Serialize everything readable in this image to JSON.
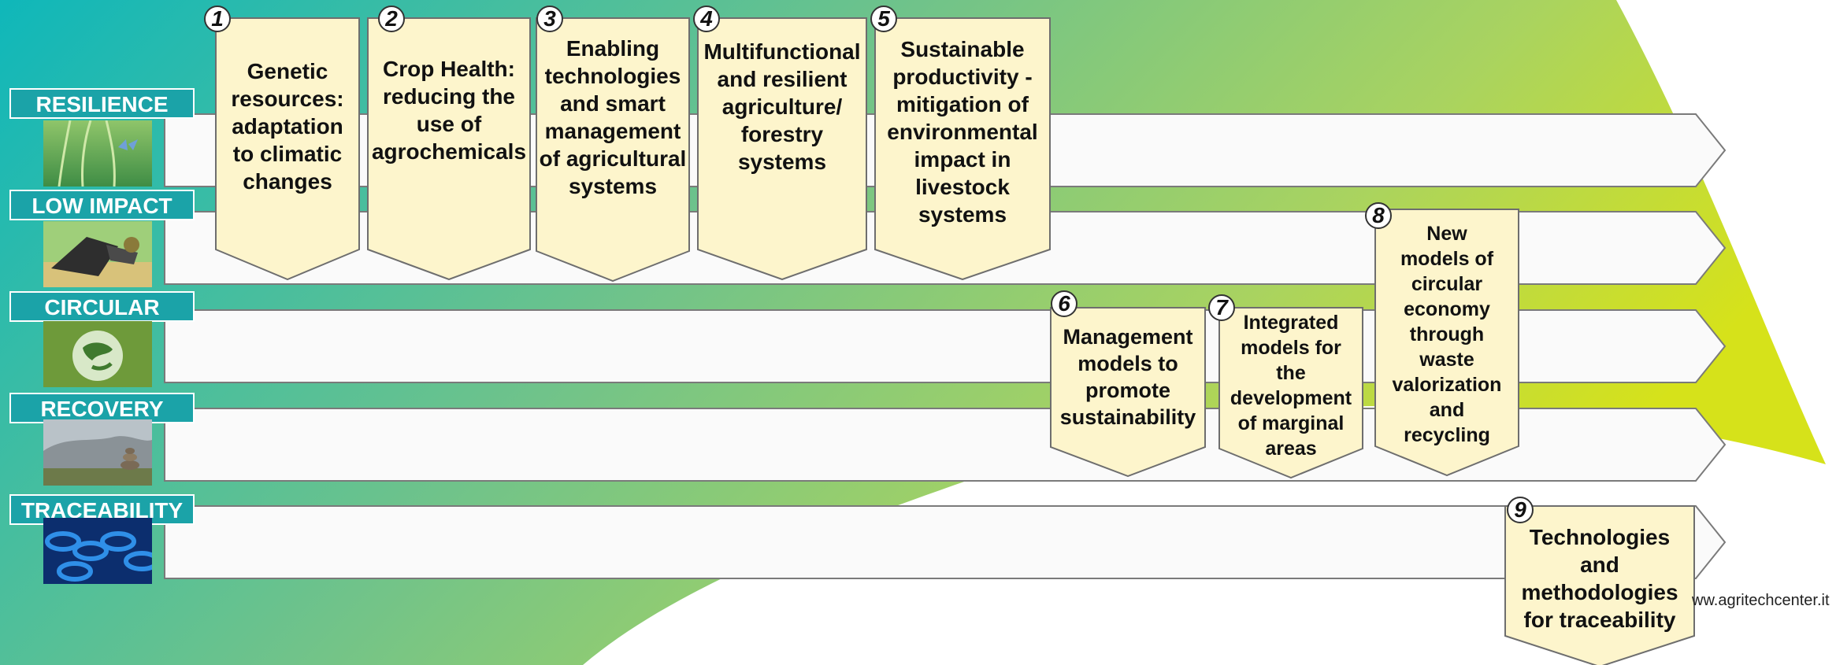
{
  "rows": [
    {
      "label": "RESILIENCE",
      "image": "butterfly-on-grass-photo"
    },
    {
      "label": "LOW IMPACT",
      "image": "tractor-harvesting-photo"
    },
    {
      "label": "CIRCULAR",
      "image": "recycle-globe-photo"
    },
    {
      "label": "RECOVERY",
      "image": "stone-cairn-mountains-photo"
    },
    {
      "label": "TRACEABILITY",
      "image": "digital-chain-photo"
    }
  ],
  "cards": [
    {
      "number": "1",
      "text": "Genetic\nresources:\nadaptation\nto climatic\nchanges"
    },
    {
      "number": "2",
      "text": "Crop Health:\nreducing the\nuse of\nagrochemicals"
    },
    {
      "number": "3",
      "text": "Enabling\ntechnologies\nand smart\nmanagement\nof agricultural\nsystems"
    },
    {
      "number": "4",
      "text": "Multifunctional\nand resilient\nagriculture/\nforestry\nsystems"
    },
    {
      "number": "5",
      "text": "Sustainable\nproductivity -\nmitigation of\nenvironmental\nimpact in\nlivestock\nsystems"
    },
    {
      "number": "6",
      "text": "Management\nmodels to\npromote\nsustainability"
    },
    {
      "number": "7",
      "text": "Integrated\nmodels for\nthe\ndevelopment\nof marginal\nareas"
    },
    {
      "number": "8",
      "text": "New\nmodels of\ncircular\neconomy\nthrough\nwaste\nvalorization\nand\nrecycling"
    },
    {
      "number": "9",
      "text": "Technologies\nand\nmethodologies\nfor traceability"
    }
  ],
  "website": "ww.agritechcenter.it",
  "colors": {
    "teal": "#10b5b8",
    "green": "#8fcd74",
    "lime": "#c8dc2c",
    "label_bg": "#1ba3a8",
    "card_fill": "#fdf5cc",
    "band_fill": "#fafafa"
  }
}
